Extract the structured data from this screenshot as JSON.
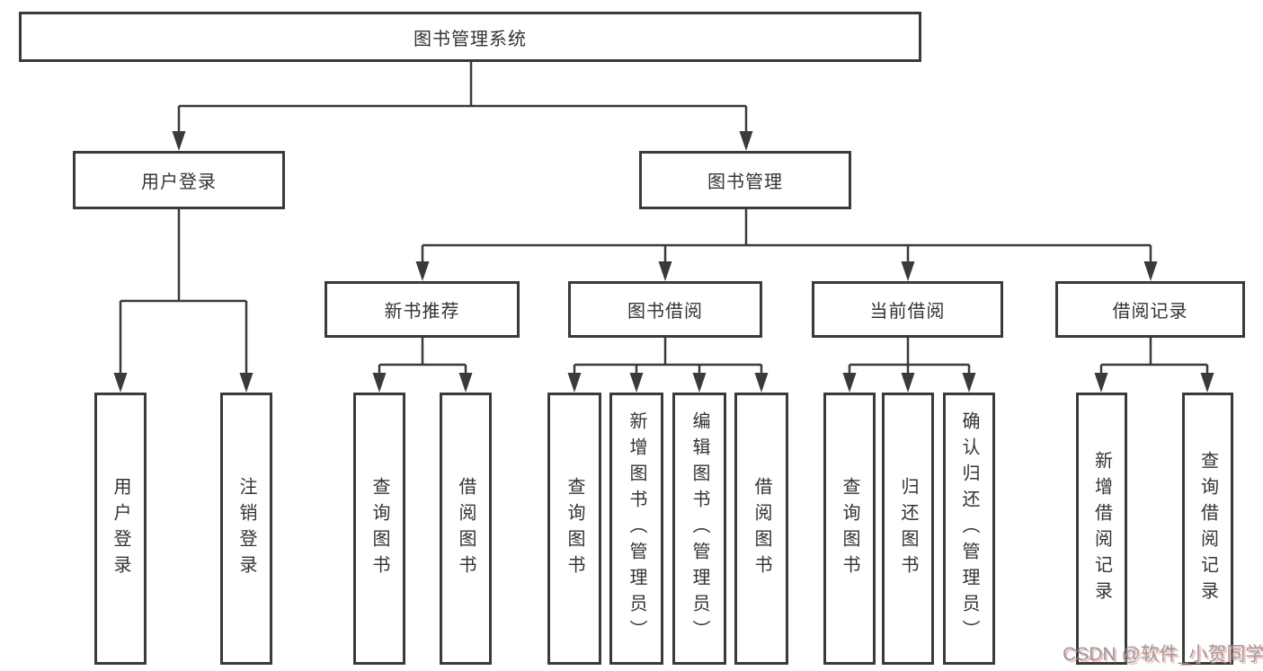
{
  "tree": {
    "label": "图书管理系统",
    "children": [
      {
        "label": "用户登录",
        "children": [
          {
            "label": "用户登录"
          },
          {
            "label": "注销登录"
          }
        ]
      },
      {
        "label": "图书管理",
        "children": [
          {
            "label": "新书推荐",
            "children": [
              {
                "label": "查询图书"
              },
              {
                "label": "借阅图书"
              }
            ]
          },
          {
            "label": "图书借阅",
            "children": [
              {
                "label": "查询图书"
              },
              {
                "label": "新增图书（管理员）"
              },
              {
                "label": "编辑图书（管理员）"
              },
              {
                "label": "借阅图书"
              }
            ]
          },
          {
            "label": "当前借阅",
            "children": [
              {
                "label": "查询图书"
              },
              {
                "label": "归还图书"
              },
              {
                "label": "确认归还（管理员）"
              }
            ]
          },
          {
            "label": "借阅记录",
            "children": [
              {
                "label": "新增借阅记录"
              },
              {
                "label": "查询借阅记录"
              }
            ]
          }
        ]
      }
    ]
  },
  "watermark": {
    "text": "CSDN @软件_小贺同学"
  },
  "colors": {
    "line": "#3a3a3a",
    "text": "#333333",
    "background": "#ffffff",
    "watermark_gray": "#8c8c8c",
    "watermark_shadow": "#eea5a5"
  }
}
